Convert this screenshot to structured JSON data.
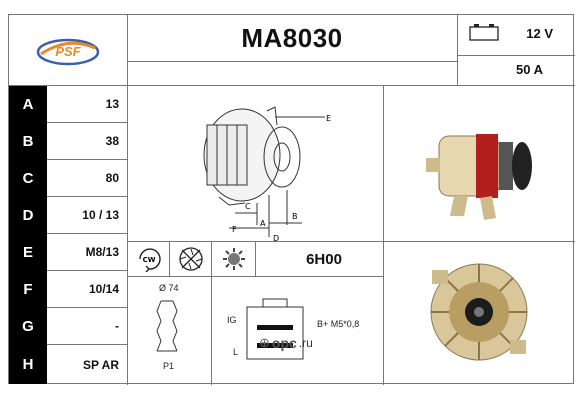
{
  "header": {
    "logo_text": "PSF",
    "part_number": "MA8030",
    "voltage": "12 V",
    "current": "50 A"
  },
  "rows": [
    {
      "letter": "A",
      "value": "13"
    },
    {
      "letter": "B",
      "value": "38"
    },
    {
      "letter": "C",
      "value": "80"
    },
    {
      "letter": "D",
      "value": "10 / 13"
    },
    {
      "letter": "E",
      "value": "M8/13"
    },
    {
      "letter": "F",
      "value": "10/14"
    },
    {
      "letter": "G",
      "value": "-"
    },
    {
      "letter": "H",
      "value": "SP AR"
    }
  ],
  "diagram_labels": {
    "e": "E",
    "c": "C",
    "f": "F",
    "a": "A",
    "b": "B",
    "d": "D"
  },
  "rotation_label": "CW",
  "regulator_code": "6H00",
  "pulley": {
    "diameter": "Ø 74",
    "type": "P1"
  },
  "connector": {
    "ig": "IG",
    "l": "L",
    "terminal": "B+ M5*0,8"
  },
  "watermark": {
    "brand": "opc",
    "domain": ".ru"
  },
  "colors": {
    "row_letter_bg": "#000000",
    "logo_orange": "#e8892b",
    "logo_blue": "#3a5fb0"
  }
}
